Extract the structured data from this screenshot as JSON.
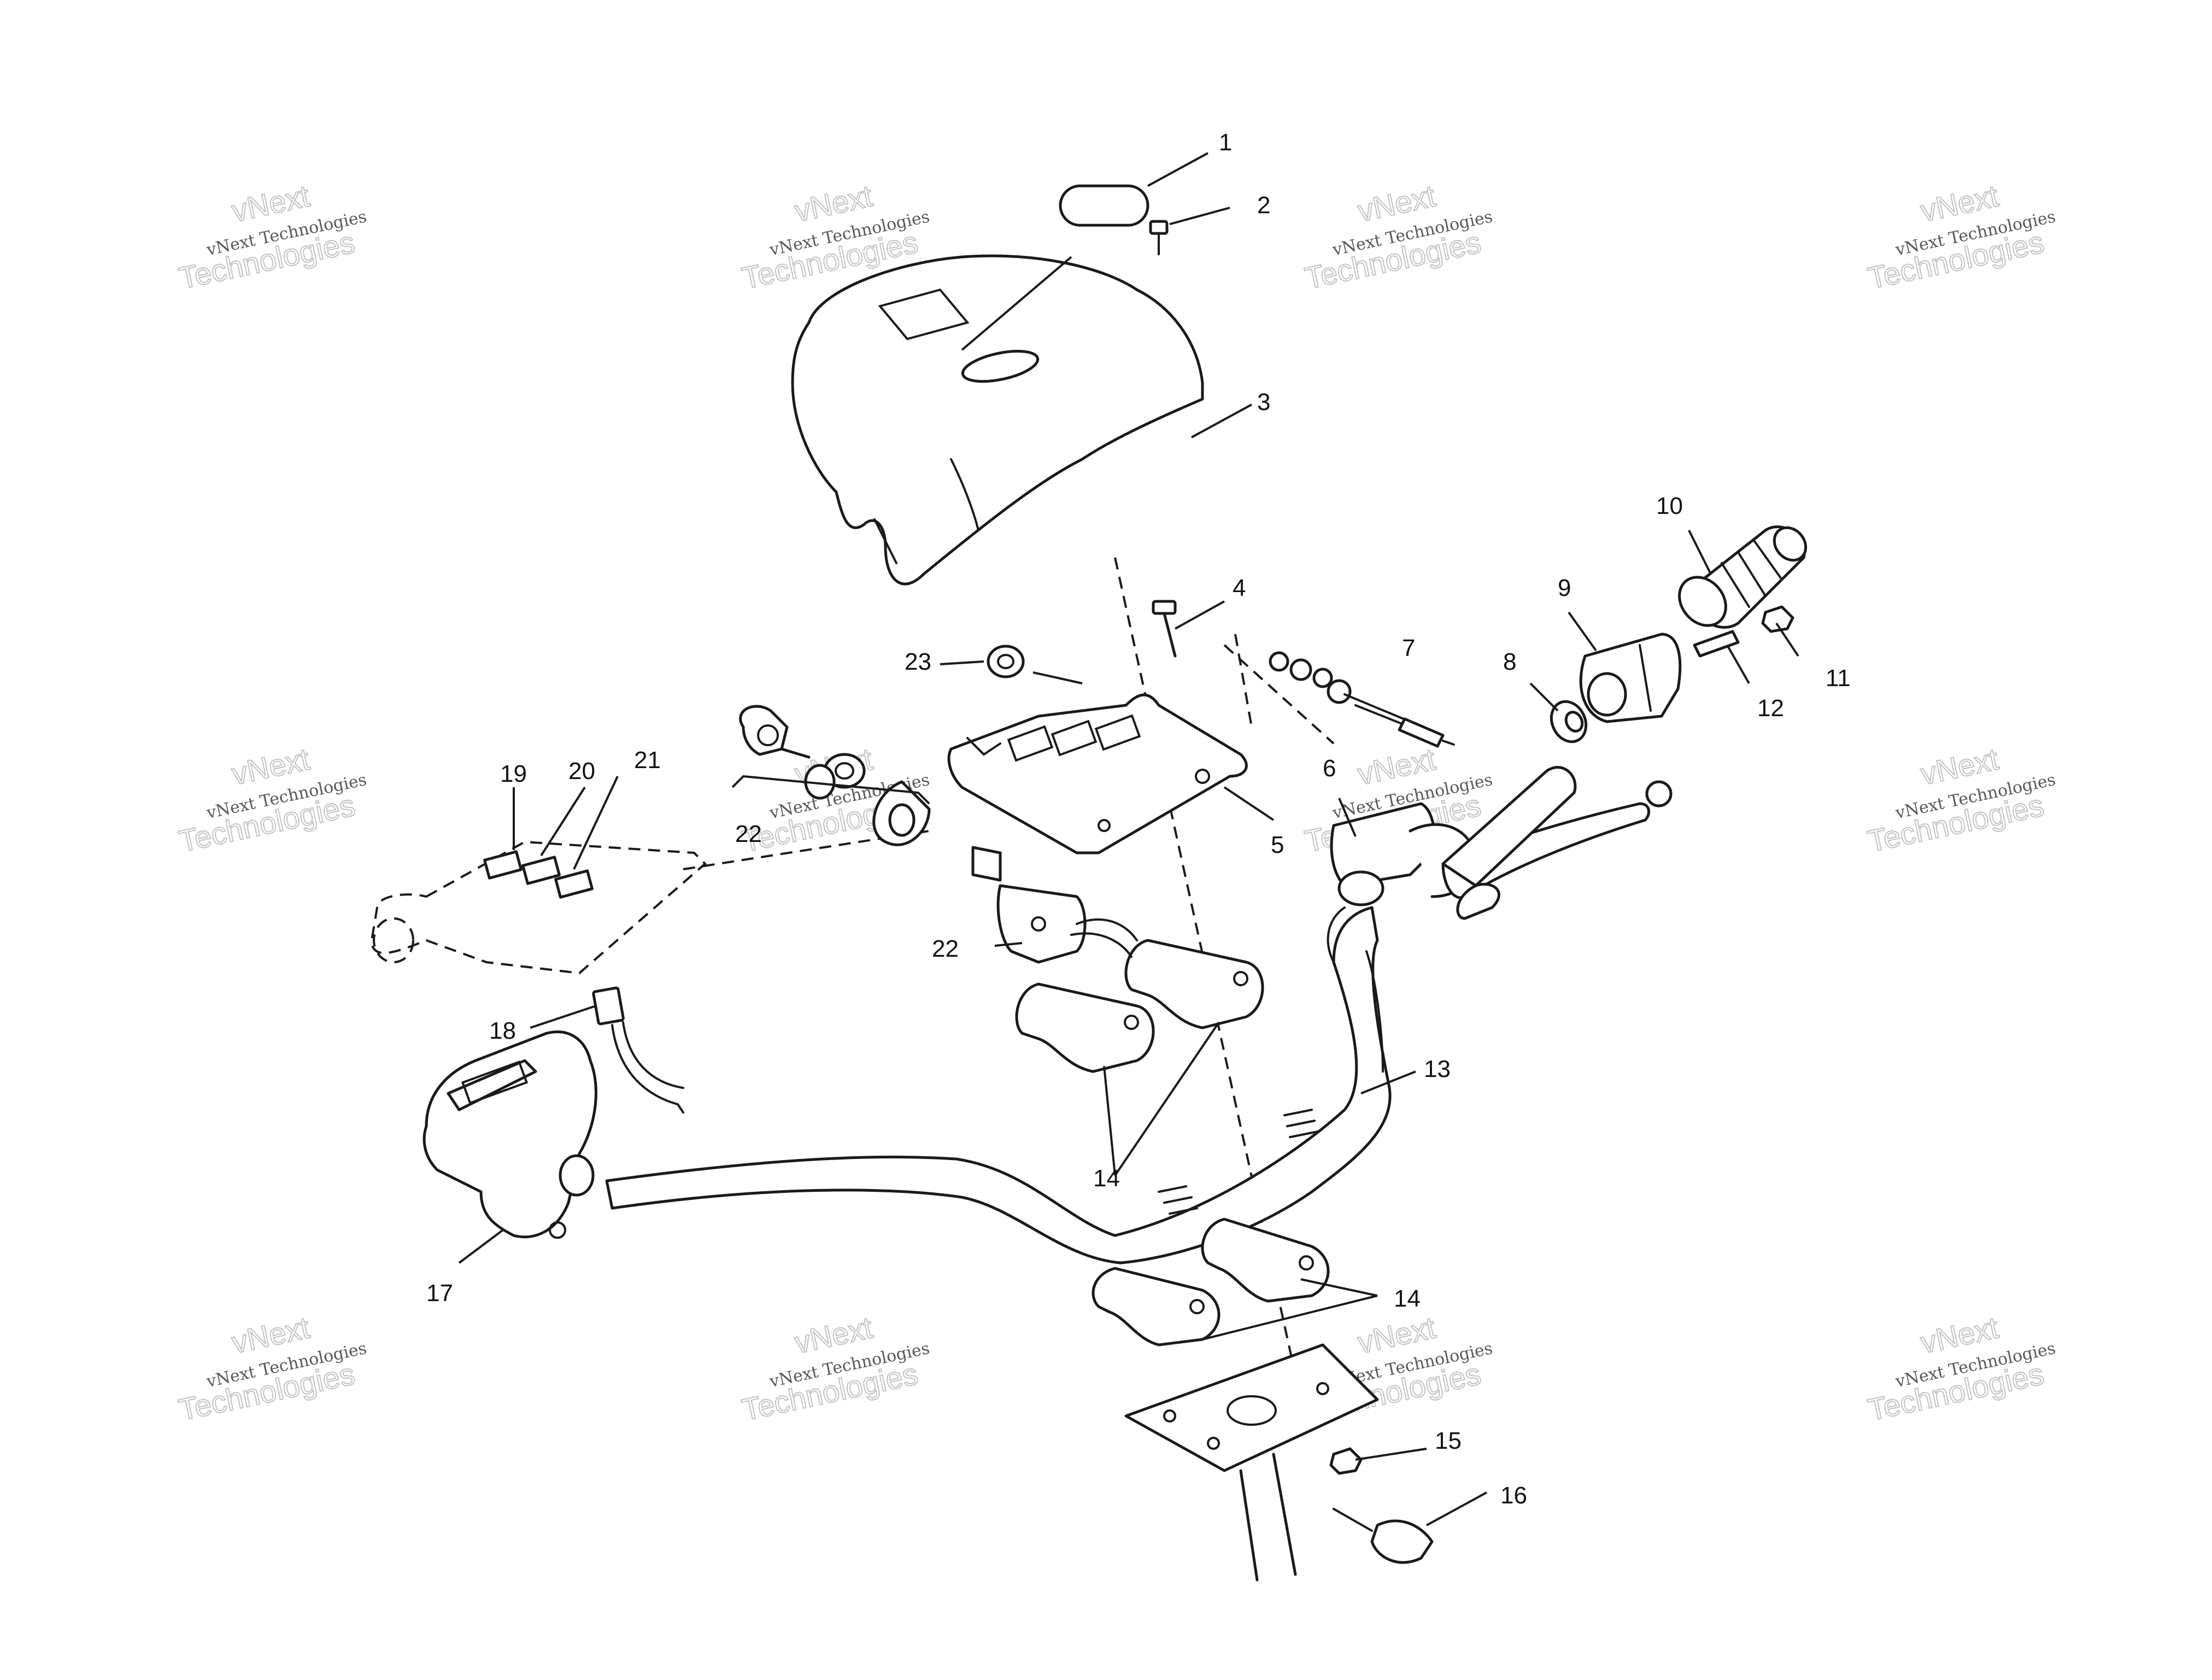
{
  "watermark": {
    "brand_line": "vNext",
    "name_line": "vNext Technologies",
    "big_line": "Technologies"
  },
  "callouts": {
    "c1": "1",
    "c2": "2",
    "c3": "3",
    "c4": "4",
    "c5": "5",
    "c6": "6",
    "c7": "7",
    "c8": "8",
    "c9": "9",
    "c10": "10",
    "c11": "11",
    "c12": "12",
    "c13": "13",
    "c14a": "14",
    "c14b": "14",
    "c15": "15",
    "c16": "16",
    "c17": "17",
    "c18": "18",
    "c19": "19",
    "c20": "20",
    "c21": "21",
    "c22a": "22",
    "c22b": "22",
    "c23": "23"
  }
}
